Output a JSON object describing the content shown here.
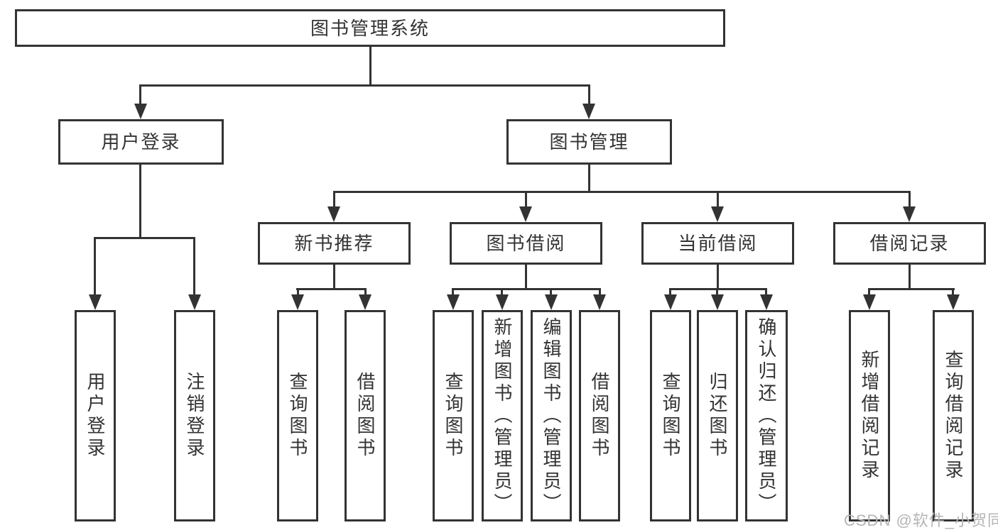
{
  "tree": {
    "root": {
      "label": "图书管理系统"
    },
    "branches": [
      {
        "label": "用户登录",
        "leaves": [
          {
            "label": "用户登录"
          },
          {
            "label": "注销登录"
          }
        ]
      },
      {
        "label": "图书管理",
        "sections": [
          {
            "label": "新书推荐",
            "leaves": [
              {
                "label": "查询图书"
              },
              {
                "label": "借阅图书"
              }
            ]
          },
          {
            "label": "图书借阅",
            "leaves": [
              {
                "label": "查询图书"
              },
              {
                "label": "新增图书（管理员）"
              },
              {
                "label": "编辑图书（管理员）"
              },
              {
                "label": "借阅图书"
              }
            ]
          },
          {
            "label": "当前借阅",
            "leaves": [
              {
                "label": "查询图书"
              },
              {
                "label": "归还图书"
              },
              {
                "label": "确认归还（管理员）"
              }
            ]
          },
          {
            "label": "借阅记录",
            "leaves": [
              {
                "label": "新增借阅记录"
              },
              {
                "label": "查询借阅记录"
              }
            ]
          }
        ]
      }
    ]
  },
  "watermark": {
    "text": "CSDN @软件_小贺同学"
  },
  "colors": {
    "line": "#333333",
    "text": "#333333",
    "background": "#ffffff",
    "watermark": "#b5b5b5"
  }
}
